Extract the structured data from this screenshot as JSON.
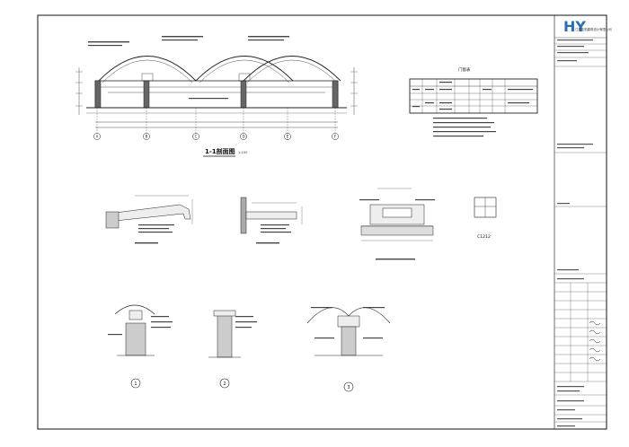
{
  "title_block": {
    "company": "江苏佳勤建筑设计有限公司",
    "logo_letters": "HY"
  },
  "drawing": {
    "main_section_title": "1-1剖面图",
    "main_section_scale": "1:100",
    "door_window_table_title": "门窗表",
    "window_label": "C1212"
  },
  "axis_labels": [
    "A",
    "B",
    "C",
    "D",
    "E",
    "F"
  ],
  "node_numbers": [
    "1",
    "2",
    "3"
  ]
}
